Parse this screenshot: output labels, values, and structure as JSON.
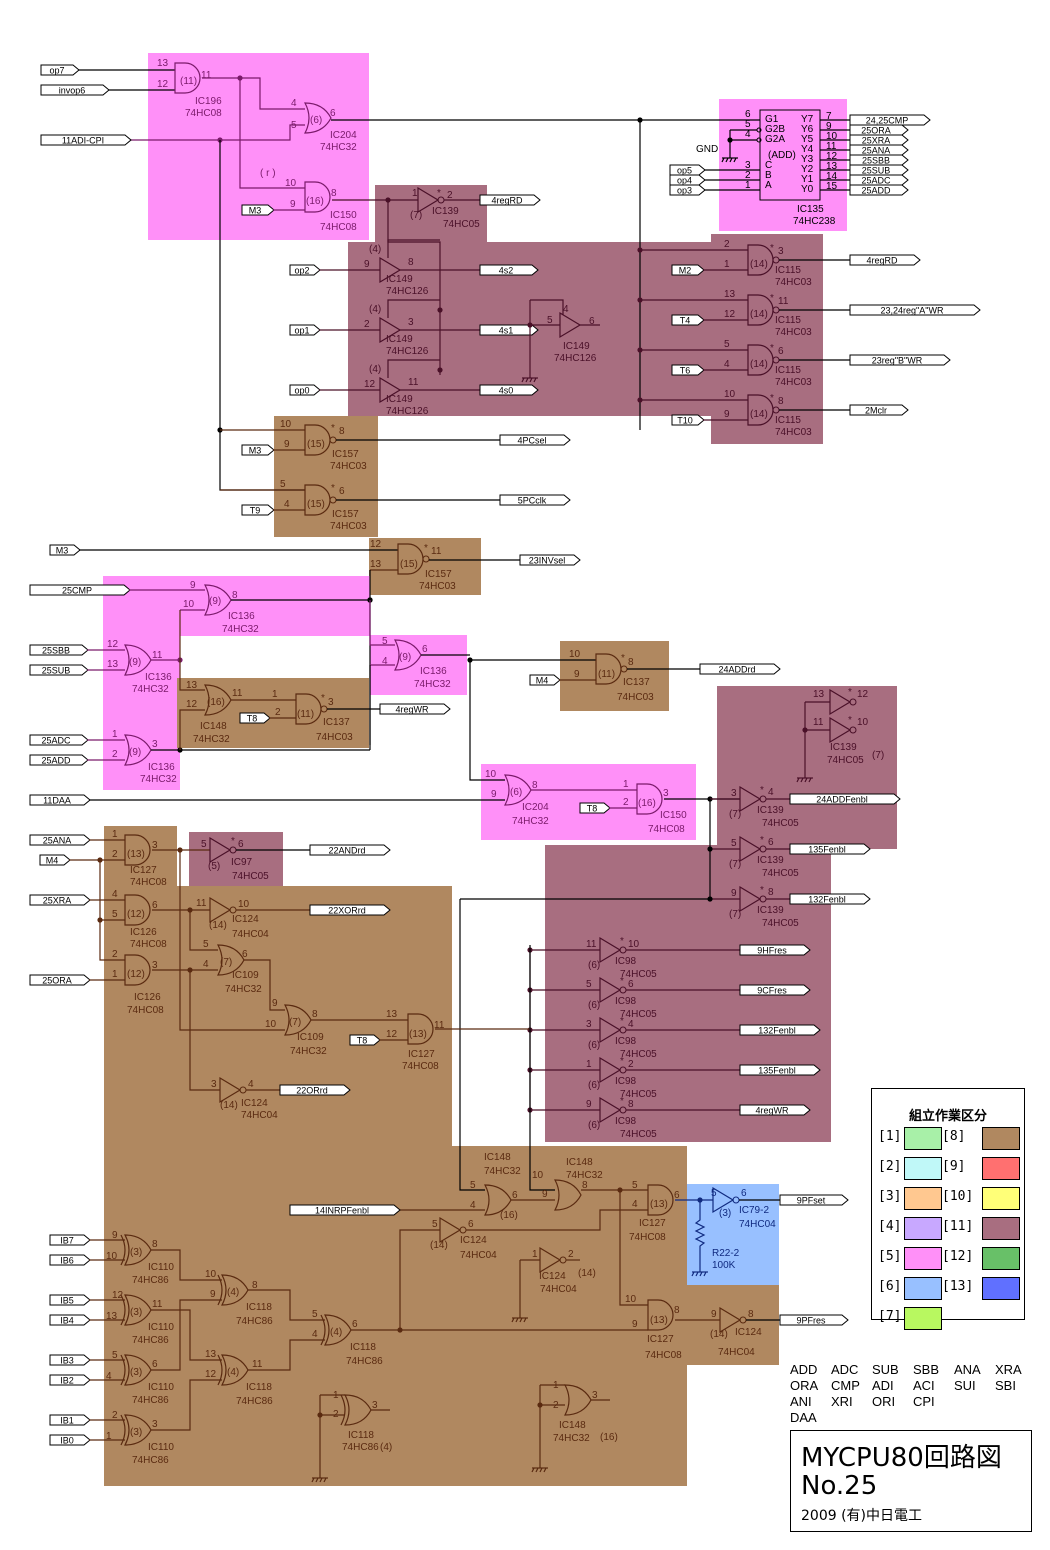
{
  "title": {
    "line1": "MYCPU80回路図",
    "line2": "No.25",
    "line3": "2009 (有)中日電工"
  },
  "instructions": [
    [
      "ADD",
      "ADC",
      "SUB",
      "SBB",
      "ANA",
      "XRA"
    ],
    [
      "ORA",
      "CMP",
      "ADI",
      "ACI",
      "SUI",
      "SBI"
    ],
    [
      "ANI",
      "XRI",
      "ORI",
      "CPI"
    ],
    [
      "DAA"
    ]
  ],
  "legend": {
    "title": "組立作業区分",
    "items": [
      {
        "label": "[1]",
        "color": "#a8f0a8"
      },
      {
        "label": "[2]",
        "color": "#c0f8f8"
      },
      {
        "label": "[3]",
        "color": "#ffc890"
      },
      {
        "label": "[4]",
        "color": "#c8a8ff"
      },
      {
        "label": "[5]",
        "color": "#ff90f8"
      },
      {
        "label": "[6]",
        "color": "#98c0ff"
      },
      {
        "label": "[7]",
        "color": "#b8f860"
      },
      {
        "label": "[8]",
        "color": "#b08860"
      },
      {
        "label": "[9]",
        "color": "#ff7070"
      },
      {
        "label": "[10]",
        "color": "#ffff78"
      },
      {
        "label": "[11]",
        "color": "#a86e80"
      },
      {
        "label": "[12]",
        "color": "#68c068"
      },
      {
        "label": "[13]",
        "color": "#6070ff"
      }
    ]
  },
  "signals": {
    "op7": "op7",
    "invop6": "invop6",
    "11ADI-CPI": "11ADI-CPI",
    "M3": "M3",
    "op2": "op2",
    "op1": "op1",
    "op0": "op0",
    "op5": "op5",
    "op4": "op4",
    "op3": "op3",
    "GND": "GND",
    "24,25CMP": "24,25CMP",
    "25ORA": "25ORA",
    "25XRA": "25XRA",
    "25ANA": "25ANA",
    "25SBB": "25SBB",
    "25SUB": "25SUB",
    "25ADC": "25ADC",
    "25ADD": "25ADD",
    "4regRD": "4regRD",
    "4s2": "4s2",
    "4s1": "4s1",
    "4s0": "4s0",
    "M2": "M2",
    "T4": "T4",
    "T6": "T6",
    "T10": "T10",
    "T9": "T9",
    "T8": "T8",
    "M4": "M4",
    "23,24regAWR": "23,24reg\"A\"WR",
    "23regBWR": "23reg\"B\"WR",
    "2Mclr": "2Mclr",
    "4PCsel": "4PCsel",
    "5PCclk": "5PCclk",
    "23INVsel": "23INVsel",
    "25CMP": "25CMP",
    "4regWR": "4regWR",
    "24ADDrd": "24ADDrd",
    "11DAA": "11DAA",
    "24ADDFenbl": "24ADDFenbl",
    "135Fenbl": "135Fenbl",
    "132Fenbl": "132Fenbl",
    "22ANDrd": "22ANDrd",
    "22XORrd": "22XORrd",
    "22ORrd": "22ORrd",
    "9HFres": "9HFres",
    "9CFres": "9CFres",
    "14INRPFenbl": "14INRPFenbl",
    "9PFset": "9PFset",
    "9PFres": "9PFres",
    "IB7": "IB7",
    "IB6": "IB6",
    "IB5": "IB5",
    "IB4": "IB4",
    "IB3": "IB3",
    "IB2": "IB2",
    "IB1": "IB1",
    "IB0": "IB0"
  },
  "parts": {
    "IC135": {
      "ref": "IC135",
      "type": "74HC238",
      "func": "(ADD)"
    },
    "R22-2": {
      "ref": "R22-2",
      "value": "100K"
    },
    "r_note": "( r )"
  }
}
